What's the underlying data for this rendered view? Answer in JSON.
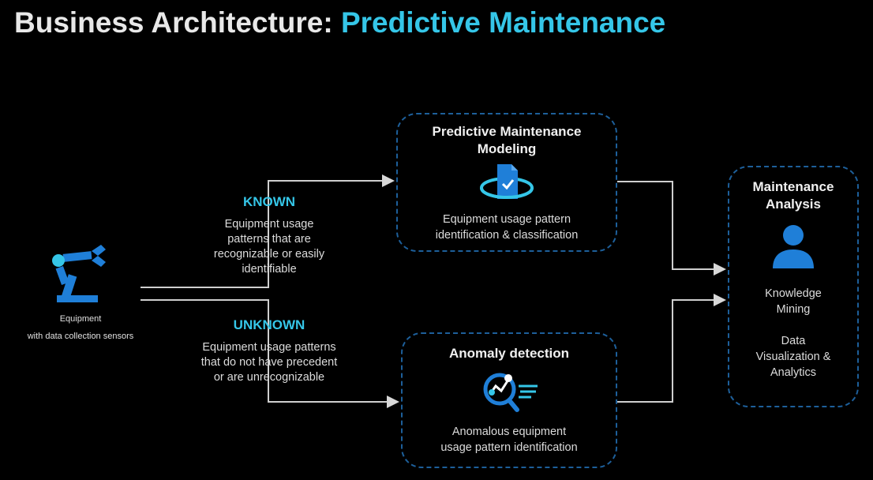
{
  "title": {
    "prefix": "Business Architecture: ",
    "accent": "Predictive Maintenance"
  },
  "equipment": {
    "line1": "Equipment",
    "line2": "with data collection sensors"
  },
  "known": {
    "heading": "KNOWN",
    "lines": [
      "Equipment usage",
      "patterns that are",
      "recognizable or easily",
      "identifiable"
    ]
  },
  "unknown": {
    "heading": "UNKNOWN",
    "lines": [
      "Equipment usage patterns",
      "that do not have precedent",
      "or are unrecognizable"
    ]
  },
  "modeling": {
    "title_lines": [
      "Predictive Maintenance",
      "Modeling"
    ],
    "desc_lines": [
      "Equipment usage pattern",
      "identification & classification"
    ]
  },
  "anomaly": {
    "title": "Anomaly detection",
    "desc_lines": [
      "Anomalous equipment",
      "usage pattern identification"
    ]
  },
  "analysis": {
    "title_lines": [
      "Maintenance",
      "Analysis"
    ],
    "item1_lines": [
      "Knowledge",
      "Mining"
    ],
    "item2_lines": [
      "Data",
      "Visualization &",
      "Analytics"
    ]
  },
  "icons": {
    "equipment": "robot-arm-icon",
    "modeling": "document-check-ring-icon",
    "anomaly": "magnifier-chart-icon",
    "analysis": "person-icon"
  },
  "colors": {
    "accent": "#35c6e8",
    "blue": "#1f7fd8",
    "border": "#1d5f9a",
    "background": "#000000"
  }
}
